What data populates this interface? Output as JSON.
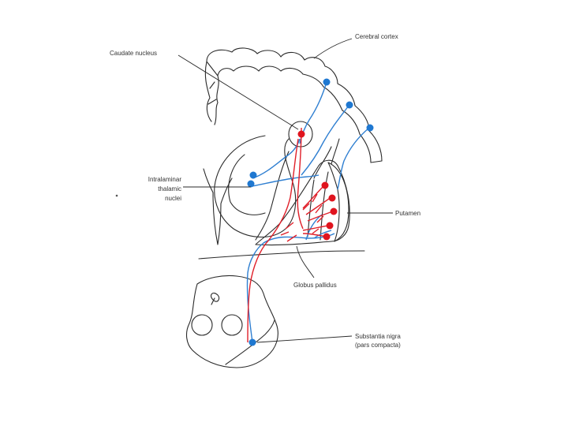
{
  "labels": {
    "cerebral_cortex": "Cerebral cortex",
    "caudate_nucleus": "Caudate nucleus",
    "intralaminar_line1": "Intralaminar",
    "intralaminar_line2": "thalamic",
    "intralaminar_line3": "nuclei",
    "putamen": "Putamen",
    "globus_pallidus": "Globus pallidus",
    "substantia_nigra_line1": "Substantia nigra",
    "substantia_nigra_line2": "(pars compacta)"
  },
  "colors": {
    "blue_pathway": "#2f7fd1",
    "red_pathway": "#e0202a",
    "outline": "#2a2a2a",
    "stipple": "#c8c8c8"
  }
}
